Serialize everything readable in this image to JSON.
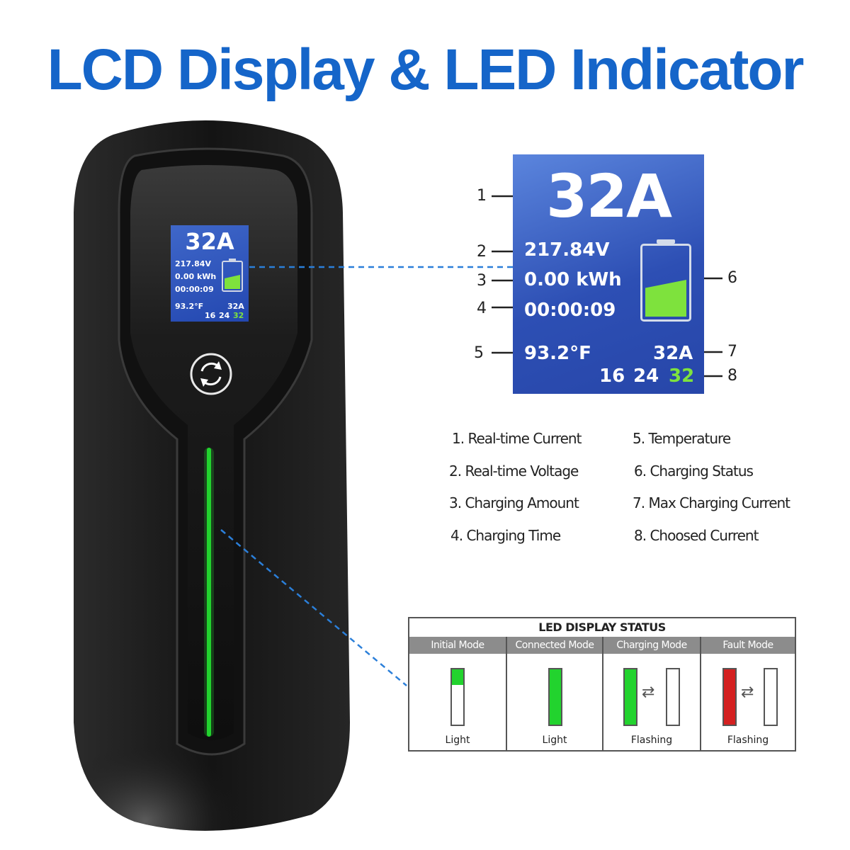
{
  "title": "LCD Display & LED Indicator",
  "lcd": {
    "current": "32A",
    "voltage": "217.84V",
    "energy": "0.00 kWh",
    "time": "00:00:09",
    "temperature": "93.2°F",
    "max_current": "32A",
    "options": [
      "16",
      "24",
      "32"
    ],
    "battery_level": 0.5
  },
  "callouts": [
    "1",
    "2",
    "3",
    "4",
    "5",
    "6",
    "7",
    "8"
  ],
  "legend": {
    "left": [
      "1. Real-time Current",
      "2. Real-time Voltage",
      "3. Charging Amount",
      "4. Charging Time"
    ],
    "right": [
      "5. Temperature",
      "6. Charging Status",
      "7. Max Charging Current",
      "8. Choosed Current"
    ]
  },
  "led_table": {
    "title": "LED DISPLAY STATUS",
    "modes": [
      {
        "name": "Initial Mode",
        "caption": "Light"
      },
      {
        "name": "Connected Mode",
        "caption": "Light"
      },
      {
        "name": "Charging Mode",
        "caption": "Flashing"
      },
      {
        "name": "Fault Mode",
        "caption": "Flashing"
      }
    ]
  },
  "colors": {
    "title": "#1565c9",
    "led_green": "#22d32e",
    "led_red": "#d42020",
    "screen_blue": "#2d4fb4",
    "battery_green": "#7ee23d"
  },
  "icons": [
    "refresh-icon",
    "swap-arrows-icon"
  ]
}
